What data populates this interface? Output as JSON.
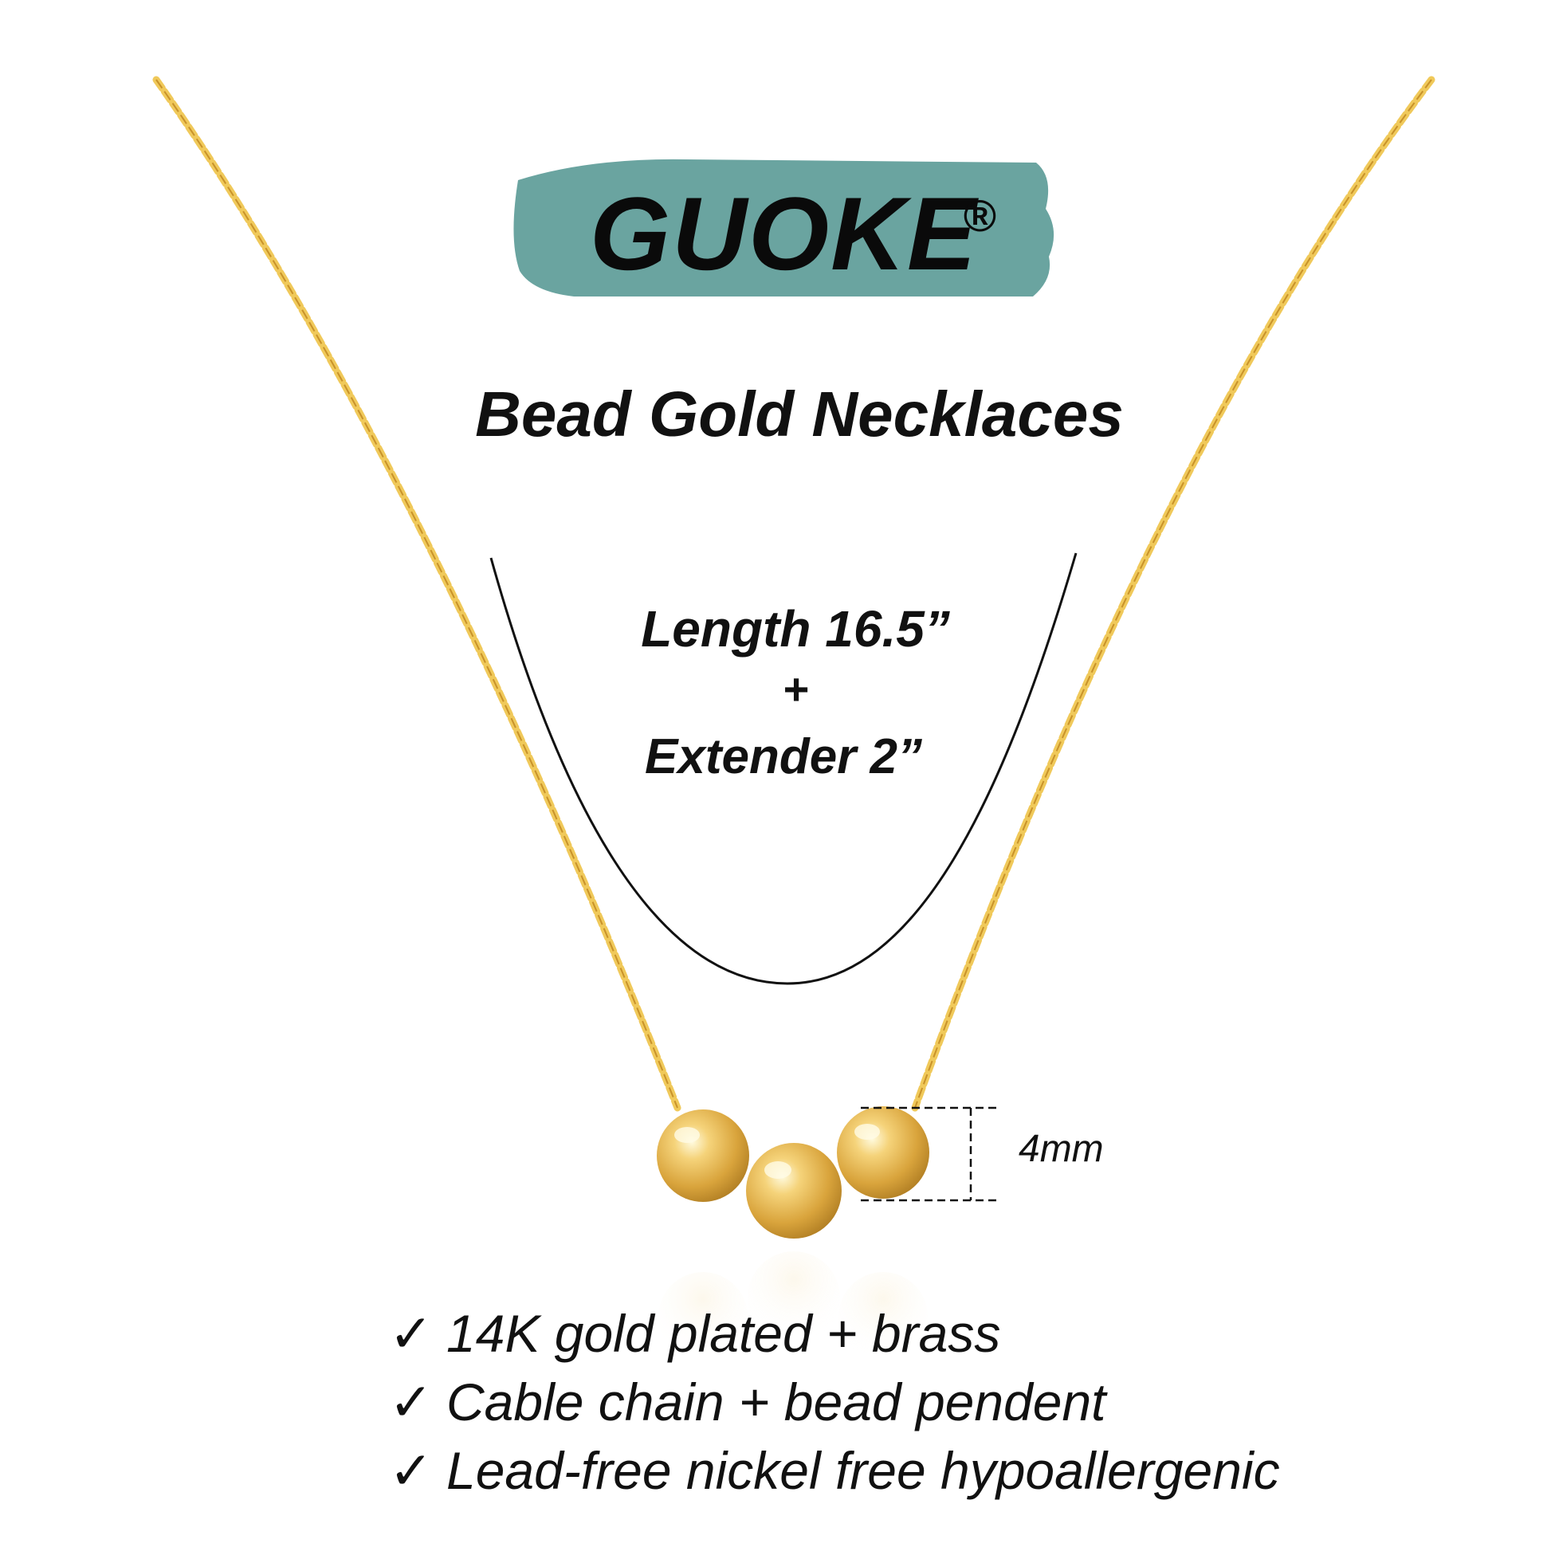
{
  "brand": {
    "name": "GUOKE",
    "mark": "®",
    "badge_color": "#6aa4a0",
    "badge_icon": "paint-stroke-icon"
  },
  "product": {
    "title": "Bead Gold Necklaces",
    "length": "Length 16.5”",
    "plus": "+",
    "extender": "Extender 2”",
    "bead_size": "4mm"
  },
  "features": [
    {
      "icon": "checkmark-icon",
      "check": "✓",
      "text": "14K gold plated + brass"
    },
    {
      "icon": "checkmark-icon",
      "check": "✓",
      "text": "Cable chain + bead pendent"
    },
    {
      "icon": "checkmark-icon",
      "check": "✓",
      "text": "Lead-free nickel free hypoallergenic"
    }
  ],
  "colors": {
    "gold": "#e8b84a",
    "gold_dark": "#b8862a",
    "gold_light": "#fff2b8",
    "text": "#111111"
  }
}
